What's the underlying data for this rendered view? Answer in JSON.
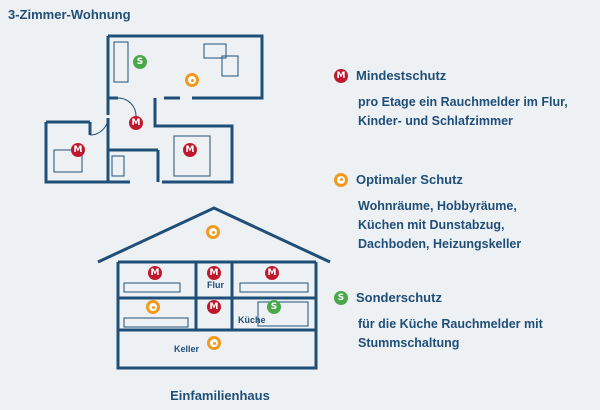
{
  "plan_title": "3-Zimmer-Wohnung",
  "house_title": "Einfamilienhaus",
  "house_labels": {
    "flur": "Flur",
    "kueche": "Küche",
    "keller": "Keller"
  },
  "marker_letters": {
    "red": "M",
    "green": "S"
  },
  "colors": {
    "primary": "#1f4e79",
    "red": "#c0192d",
    "orange": "#f39a1e",
    "green": "#4aa84a",
    "background": "#eef1f3"
  },
  "legend": [
    {
      "marker": "red",
      "heading": "Mindestschutz",
      "lines": [
        "pro Etage ein Rauchmelder im Flur,",
        "Kinder- und Schlafzimmer"
      ]
    },
    {
      "marker": "orange",
      "heading": "Optimaler Schutz",
      "lines": [
        "Wohnräume, Hobbyräume,",
        "Küchen mit Dunstabzug,",
        "Dachboden, Heizungskeller"
      ]
    },
    {
      "marker": "green",
      "heading": "Sonderschutz",
      "lines": [
        "für die Küche Rauchmelder mit",
        "Stummschaltung"
      ]
    }
  ]
}
